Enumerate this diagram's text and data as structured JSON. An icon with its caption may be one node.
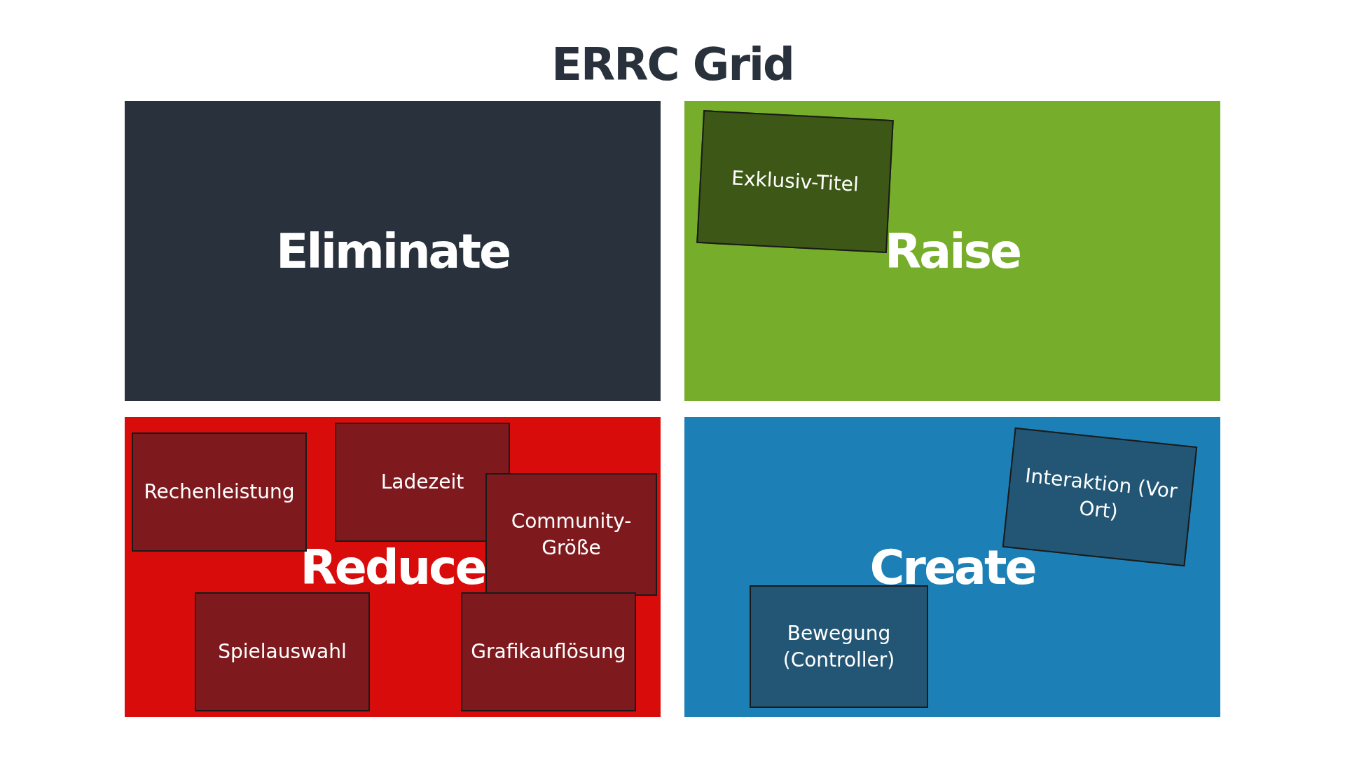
{
  "diagram": {
    "title": "ERRC Grid",
    "nodes": [
      {
        "text": [
          "Eliminate"
        ]
      },
      {
        "text": [
          "Raise"
        ]
      },
      {
        "text": [
          "Exklusiv-Titel"
        ],
        "in": 1
      },
      {
        "text": [
          "Reduce"
        ]
      },
      {
        "text": [
          "Rechenleistung"
        ],
        "in": 3
      },
      {
        "text": [
          "Ladezeit"
        ],
        "in": 3
      },
      {
        "text": [
          "Community-Größe"
        ],
        "in": 3
      },
      {
        "text": [
          "Spielauswahl"
        ],
        "in": 3
      },
      {
        "text": [
          "Grafikauflösung"
        ],
        "in": 3
      },
      {
        "text": [
          "Create"
        ]
      },
      {
        "text": [
          "Interaktion (Vor Ort)"
        ],
        "in": 9
      },
      {
        "text": [
          "Bewegung (Controller)"
        ],
        "in": 9
      }
    ],
    "edges": []
  }
}
